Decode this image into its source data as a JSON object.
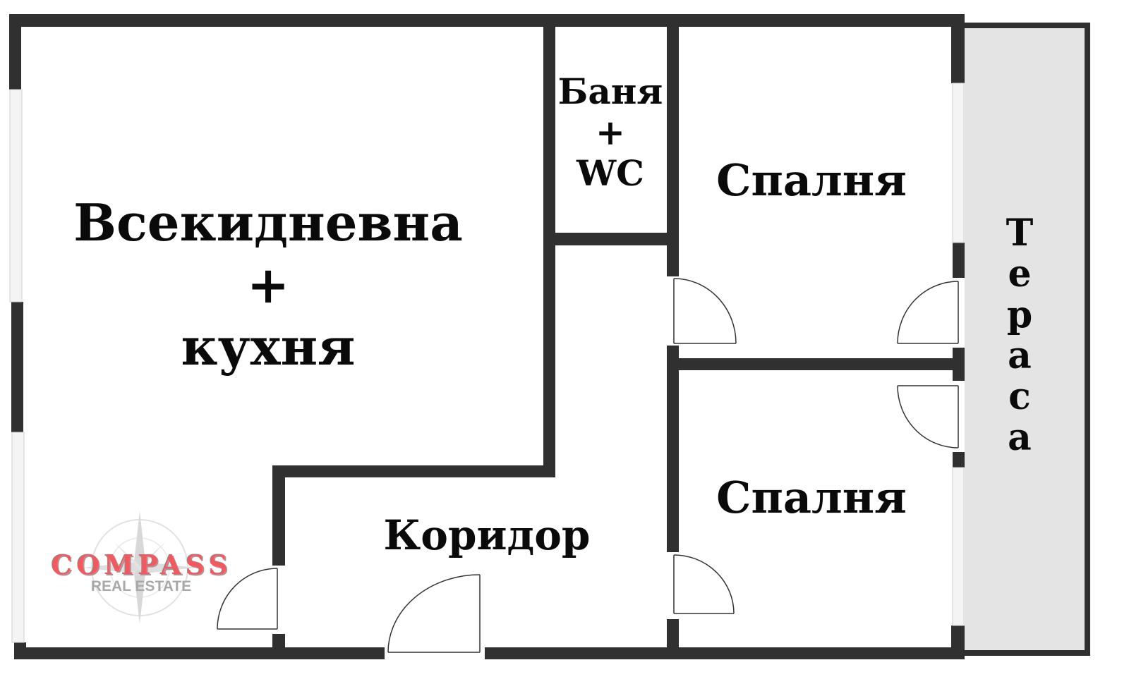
{
  "plan": {
    "rooms": {
      "living": {
        "line1": "Всекидневна",
        "line2": "+",
        "line3": "кухня"
      },
      "bathroom": {
        "line1": "Баня",
        "line2": "+",
        "line3": "WC"
      },
      "bedroom_top": {
        "label": "Спалня"
      },
      "bedroom_bottom": {
        "label": "Спалня"
      },
      "corridor": {
        "label": "Коридор"
      },
      "terrace": {
        "letters": [
          "Т",
          "е",
          "р",
          "а",
          "с",
          "а"
        ]
      }
    },
    "logo": {
      "name": "COMPASS",
      "subtitle": "REAL ESTATE",
      "icon": "compass-rose-icon"
    },
    "colors": {
      "wall": "#303030",
      "terrace_fill": "#e4e4e4",
      "logo_red": "#ef5a60",
      "logo_gray": "#a8a8a8"
    }
  }
}
